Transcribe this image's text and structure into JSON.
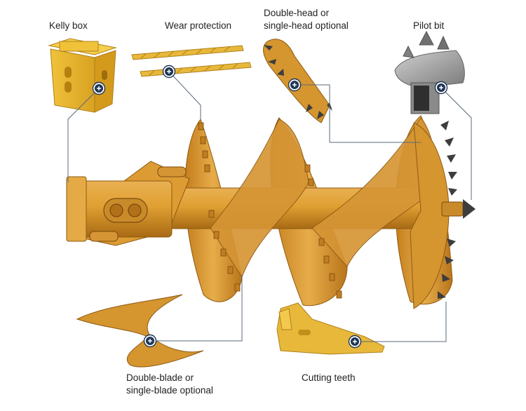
{
  "labels": {
    "kelly_box": "Kelly box",
    "wear_protection": "Wear protection",
    "double_head_line1": "Double-head or",
    "double_head_line2": "single-head optional",
    "pilot_bit": "Pilot bit",
    "double_blade_line1": "Double-blade or",
    "double_blade_line2": "single-blade optional",
    "cutting_teeth": "Cutting teeth"
  },
  "icons": {
    "hotspot": "plus-circle-icon"
  },
  "colors": {
    "steel_yellow": "#e0a032",
    "steel_shadow": "#b87418",
    "leader_line": "#5a6a78",
    "hotspot_fill": "#1f3554",
    "pilot_grey": "#9a9a9a",
    "tooth_dark": "#3d3d3d"
  }
}
